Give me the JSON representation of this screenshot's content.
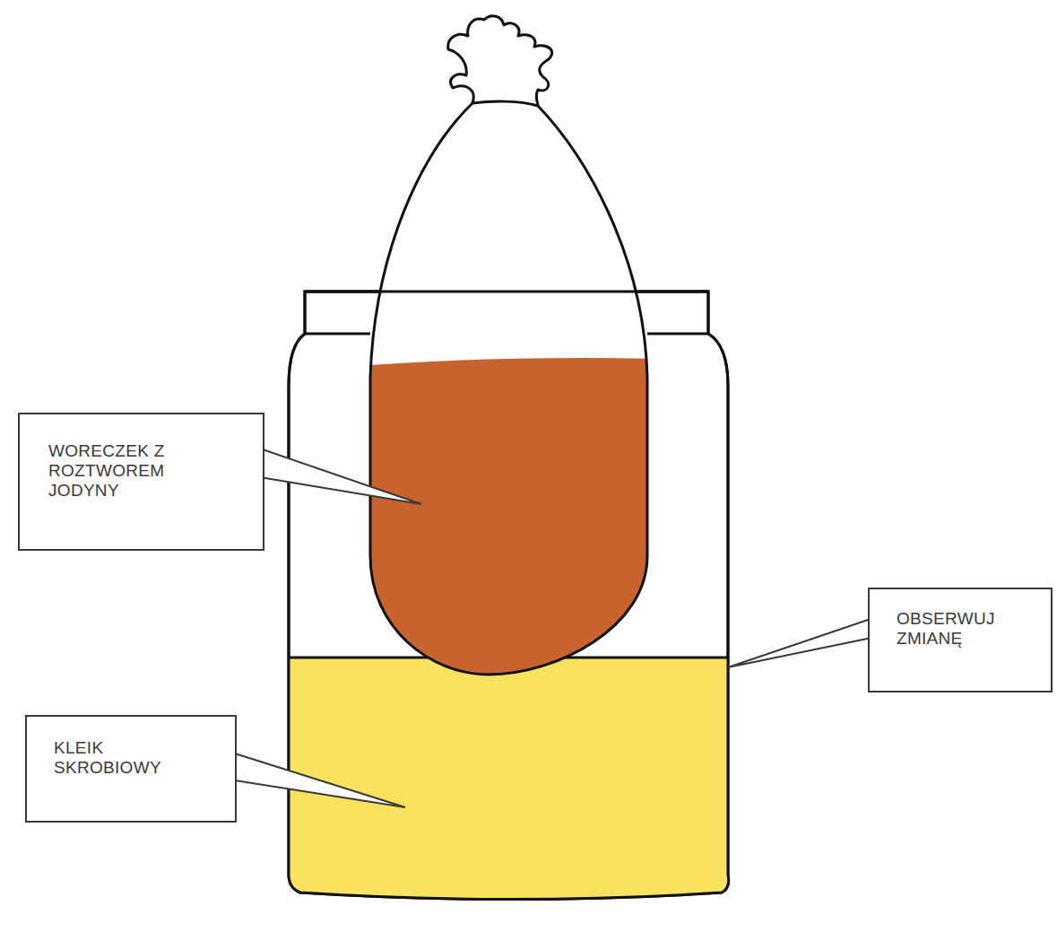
{
  "diagram": {
    "nodes": [
      {
        "text": [
          "WORECZEK Z ROZTWOREM JODYNY"
        ]
      },
      {
        "text": [
          "OBSERWUJ ZMIANĘ"
        ]
      },
      {
        "text": [
          "KLEIK SKROBIOWY"
        ]
      }
    ]
  }
}
